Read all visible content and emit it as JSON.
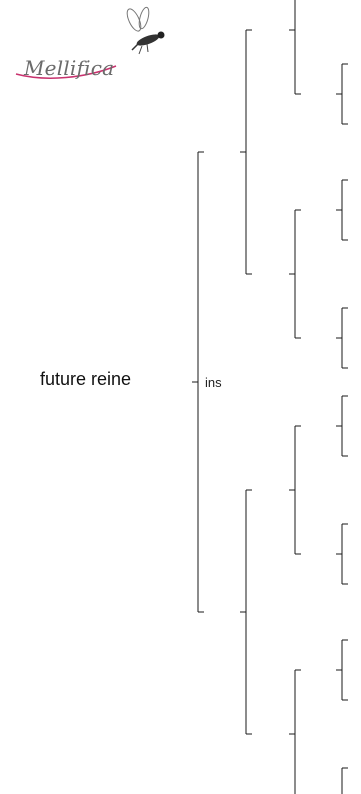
{
  "logo": {
    "text": "Mellifica",
    "accent_color": "#c8326e",
    "icon": "bee-icon"
  },
  "tree": {
    "root": {
      "label": "future reine",
      "edge_label": "ins"
    },
    "levels": 4,
    "leaf_count": 16,
    "line_color": "#1a1a1a"
  }
}
